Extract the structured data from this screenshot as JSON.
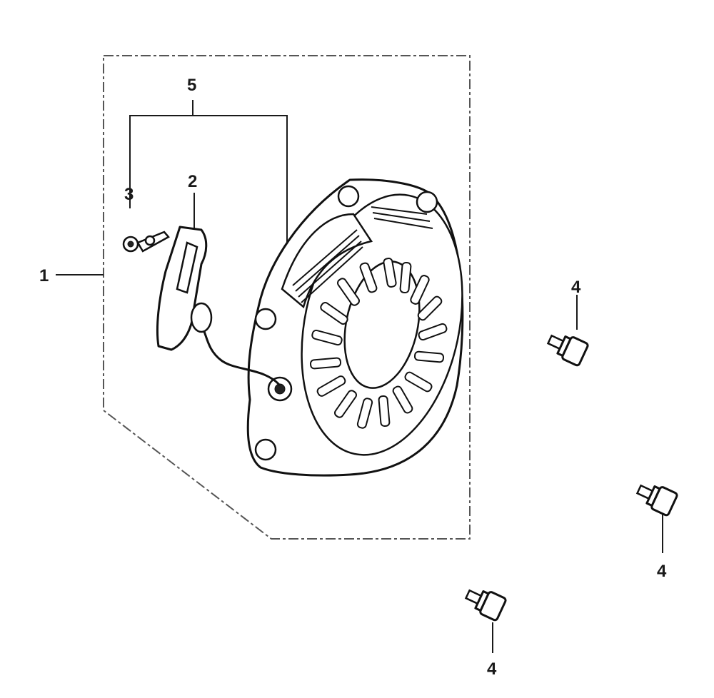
{
  "callouts": {
    "recoil_starter_assembly": "1",
    "starter_grip": "2",
    "rope_clip": "3",
    "grip_set": "5",
    "flange_bolt_a": "4",
    "flange_bolt_b": "4",
    "flange_bolt_c": "4"
  }
}
